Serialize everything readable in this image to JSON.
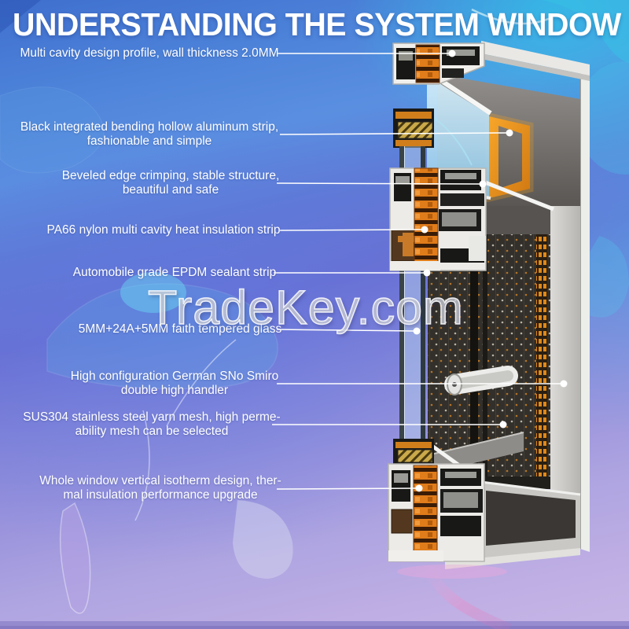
{
  "title": "UNDERSTANDING THE SYSTEM WINDOW",
  "watermark": "TradeKey.com",
  "theme": {
    "accent_orange": "#e8891f",
    "label_color": "#ffffff",
    "background_top": "#3f6fce",
    "background_bottom": "#c6b6e6",
    "leader_color": "#ffffff"
  },
  "callouts": [
    {
      "id": "multi-cavity-profile",
      "lines": [
        "Multi cavity design profile, wall thickness 2.0MM"
      ]
    },
    {
      "id": "aluminum-strip",
      "lines": [
        "Black integrated bending hollow aluminum strip,",
        "fashionable and simple"
      ]
    },
    {
      "id": "beveled-edge",
      "lines": [
        "Beveled edge crimping, stable structure,",
        "beautiful and safe"
      ]
    },
    {
      "id": "pa66-strip",
      "lines": [
        "PA66 nylon multi cavity heat insulation strip"
      ]
    },
    {
      "id": "epdm-sealant",
      "lines": [
        "Automobile grade EPDM sealant strip"
      ]
    },
    {
      "id": "tempered-glass",
      "lines": [
        "5MM+24A+5MM faith tempered glass"
      ]
    },
    {
      "id": "handler",
      "lines": [
        "High configuration German SNo Smiro",
        "double high handler"
      ]
    },
    {
      "id": "steel-mesh",
      "lines": [
        "SUS304 stainless steel yarn mesh, high perme-",
        "ability mesh can be selected"
      ]
    },
    {
      "id": "isotherm-design",
      "lines": [
        "Whole window vertical isotherm design, ther-",
        "mal insulation performance upgrade"
      ]
    }
  ]
}
